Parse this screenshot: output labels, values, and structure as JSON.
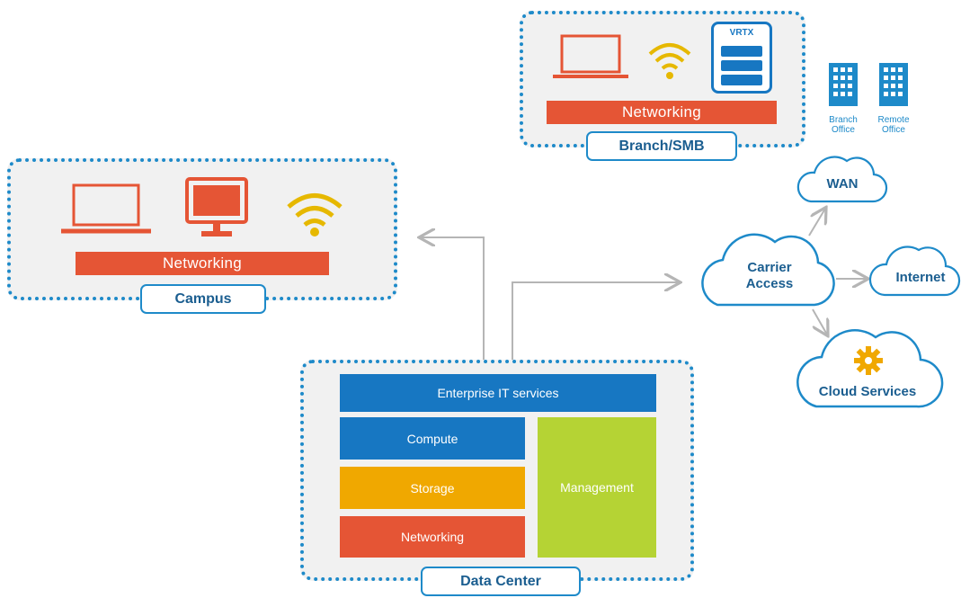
{
  "branch": {
    "title": "Branch/SMB",
    "networking_label": "Networking",
    "vrtx_label": "VRTX",
    "offices": [
      "Branch Office",
      "Remote Office"
    ]
  },
  "campus": {
    "title": "Campus",
    "networking_label": "Networking"
  },
  "datacenter": {
    "title": "Data Center",
    "enterprise_label": "Enterprise IT services",
    "compute_label": "Compute",
    "storage_label": "Storage",
    "networking_label": "Networking",
    "management_label": "Management"
  },
  "clouds": {
    "carrier_line1": "Carrier",
    "carrier_line2": "Access",
    "wan": "WAN",
    "internet": "Internet",
    "cloud_services": "Cloud Services"
  },
  "colors": {
    "zone_border": "#1e8ac9",
    "networking": "#e55535",
    "enterprise": "#1777c2",
    "compute": "#1777c2",
    "storage": "#f0a800",
    "management": "#b5d334",
    "wifi": "#e6b800",
    "arrows": "#b5b5b5"
  }
}
